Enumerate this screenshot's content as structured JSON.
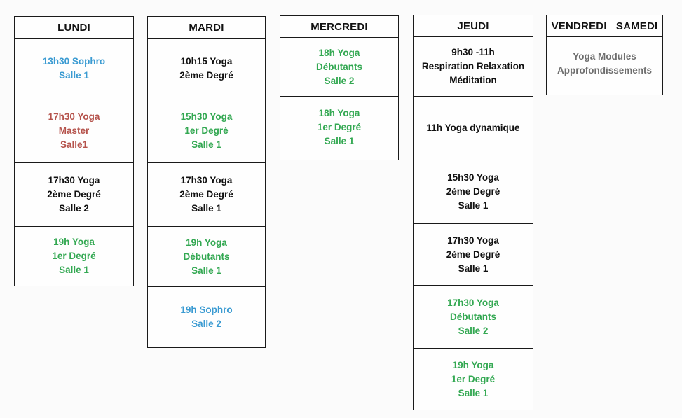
{
  "colors": {
    "black": "#111111",
    "blue": "#3b9bd2",
    "green": "#33a852",
    "red": "#b5534c",
    "gray": "#6e6e6e"
  },
  "days": [
    {
      "key": "lundi",
      "headers": [
        "LUNDI"
      ],
      "slots": [
        {
          "lines": [
            "13h30  Sophro",
            "Salle 1"
          ],
          "color": "blue"
        },
        {
          "lines": [
            "17h30 Yoga",
            "Master",
            "Salle1"
          ],
          "color": "red"
        },
        {
          "lines": [
            "17h30 Yoga",
            "2ème Degré",
            "Salle 2"
          ],
          "color": "black"
        },
        {
          "lines": [
            "19h  Yoga",
            "1er Degré",
            "Salle 1"
          ],
          "color": "green"
        }
      ]
    },
    {
      "key": "mardi",
      "headers": [
        "MARDI"
      ],
      "slots": [
        {
          "lines": [
            "10h15 Yoga",
            "2ème Degré"
          ],
          "color": "black"
        },
        {
          "lines": [
            "15h30 Yoga",
            "1er Degré",
            "Salle 1"
          ],
          "color": "green"
        },
        {
          "lines": [
            "17h30 Yoga",
            "2ème Degré",
            "Salle 1"
          ],
          "color": "black"
        },
        {
          "lines": [
            "19h Yoga",
            "Débutants",
            "Salle 1"
          ],
          "color": "green"
        },
        {
          "lines": [
            "19h  Sophro",
            "Salle 2"
          ],
          "color": "blue"
        }
      ]
    },
    {
      "key": "mercredi",
      "headers": [
        "MERCREDI"
      ],
      "slots": [
        {
          "lines": [
            "18h Yoga",
            "Débutants",
            "Salle 2"
          ],
          "color": "green"
        },
        {
          "lines": [
            "18h  Yoga",
            "1er Degré",
            "Salle 1"
          ],
          "color": "green"
        }
      ]
    },
    {
      "key": "jeudi",
      "headers": [
        "JEUDI"
      ],
      "slots": [
        {
          "lines": [
            "9h30 -11h",
            "Respiration Relaxation",
            "Méditation"
          ],
          "color": "black"
        },
        {
          "lines": [
            "11h Yoga dynamique"
          ],
          "color": "black"
        },
        {
          "lines": [
            "15h30 Yoga",
            "2ème Degré",
            "Salle 1"
          ],
          "color": "black"
        },
        {
          "lines": [
            "17h30 Yoga",
            "2ème Degré",
            "Salle 1"
          ],
          "color": "black"
        },
        {
          "lines": [
            "17h30 Yoga",
            "Débutants",
            "Salle 2"
          ],
          "color": "green"
        },
        {
          "lines": [
            "19h  Yoga",
            "1er Degré",
            "Salle 1"
          ],
          "color": "green"
        }
      ]
    },
    {
      "key": "vendredi-samedi",
      "headers": [
        "VENDREDI",
        "SAMEDI"
      ],
      "slots": [
        {
          "lines": [
            "Yoga Modules",
            "Approfondissements"
          ],
          "color": "gray"
        }
      ]
    }
  ]
}
